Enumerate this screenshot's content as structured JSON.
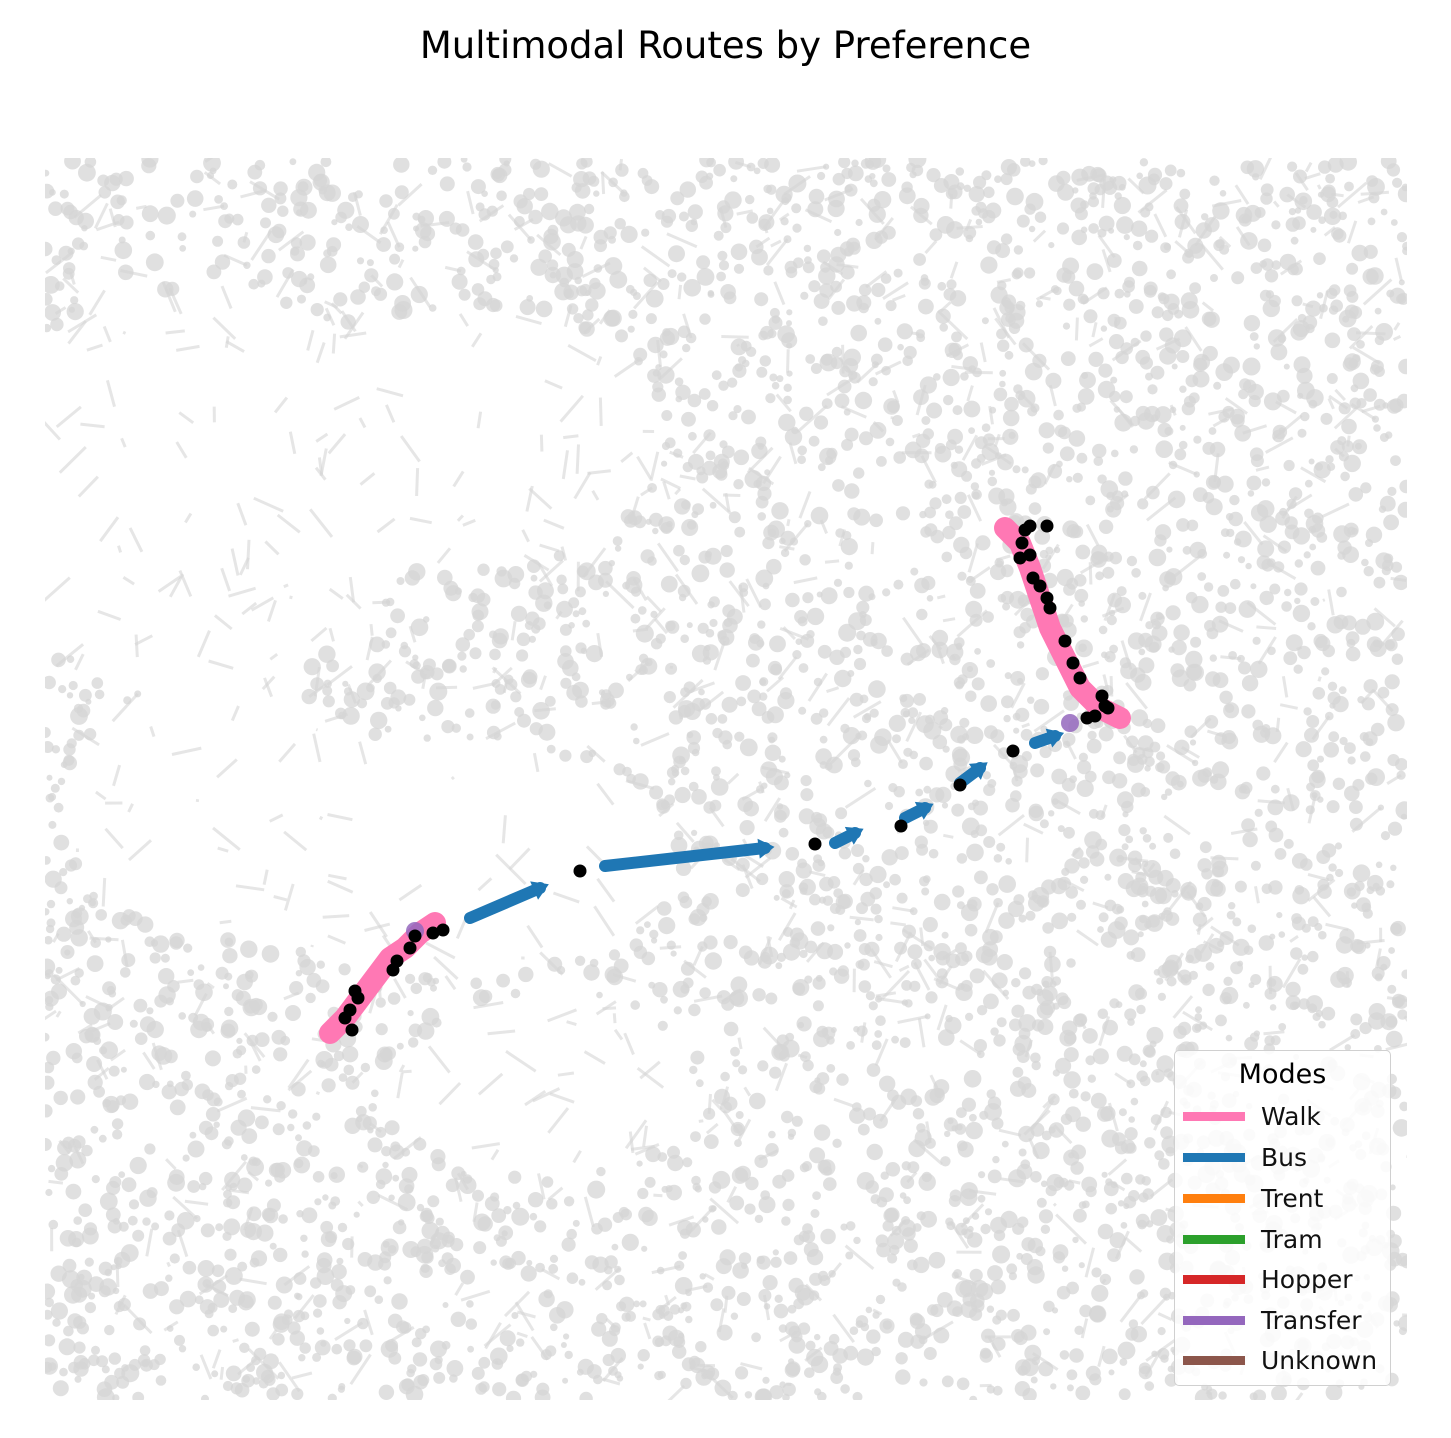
{
  "title": "Multimodal Routes by Preference",
  "legend": {
    "title": "Modes",
    "items": [
      {
        "label": "Walk",
        "color": "#ff78b4"
      },
      {
        "label": "Bus",
        "color": "#1f77b4"
      },
      {
        "label": "Trent",
        "color": "#ff7f0e"
      },
      {
        "label": "Tram",
        "color": "#2ca02c"
      },
      {
        "label": "Hopper",
        "color": "#d62728"
      },
      {
        "label": "Transfer",
        "color": "#9467bd"
      },
      {
        "label": "Unknown",
        "color": "#8c564b"
      }
    ]
  },
  "colors": {
    "network": "#d6d6d6",
    "stop": "#000000",
    "walk": "#ff78b4",
    "bus": "#1f77b4",
    "transfer": "#9467bd"
  },
  "routes": {
    "walk_segments": [
      [
        [
          285,
          875
        ],
        [
          300,
          860
        ],
        [
          315,
          840
        ],
        [
          330,
          820
        ],
        [
          345,
          800
        ],
        [
          360,
          790
        ],
        [
          375,
          775
        ],
        [
          390,
          765
        ]
      ],
      [
        [
          960,
          370
        ],
        [
          975,
          385
        ],
        [
          985,
          410
        ],
        [
          995,
          440
        ],
        [
          1005,
          470
        ],
        [
          1020,
          500
        ],
        [
          1035,
          530
        ],
        [
          1055,
          550
        ],
        [
          1075,
          560
        ]
      ]
    ],
    "bus_segments": [
      [
        [
          425,
          760
        ],
        [
          495,
          730
        ]
      ],
      [
        [
          560,
          708
        ],
        [
          720,
          690
        ]
      ],
      [
        [
          790,
          685
        ],
        [
          810,
          675
        ]
      ],
      [
        [
          860,
          660
        ],
        [
          880,
          650
        ]
      ],
      [
        [
          915,
          625
        ],
        [
          935,
          610
        ]
      ],
      [
        [
          990,
          585
        ],
        [
          1010,
          578
        ]
      ]
    ],
    "transfer_points": [
      [
        370,
        773
      ],
      [
        1025,
        565
      ]
    ],
    "stops": [
      [
        307,
        872
      ],
      [
        300,
        860
      ],
      [
        305,
        852
      ],
      [
        313,
        840
      ],
      [
        310,
        833
      ],
      [
        348,
        812
      ],
      [
        352,
        803
      ],
      [
        365,
        790
      ],
      [
        370,
        778
      ],
      [
        388,
        775
      ],
      [
        398,
        772
      ],
      [
        535,
        713
      ],
      [
        770,
        686
      ],
      [
        856,
        668
      ],
      [
        915,
        627
      ],
      [
        968,
        593
      ],
      [
        1042,
        560
      ],
      [
        1050,
        558
      ],
      [
        1060,
        548
      ],
      [
        1063,
        550
      ],
      [
        1057,
        538
      ],
      [
        1035,
        520
      ],
      [
        1028,
        505
      ],
      [
        1020,
        483
      ],
      [
        1005,
        450
      ],
      [
        1002,
        440
      ],
      [
        995,
        428
      ],
      [
        988,
        420
      ],
      [
        985,
        397
      ],
      [
        977,
        385
      ],
      [
        980,
        372
      ],
      [
        985,
        368
      ],
      [
        1002,
        368
      ],
      [
        975,
        400
      ]
    ]
  }
}
